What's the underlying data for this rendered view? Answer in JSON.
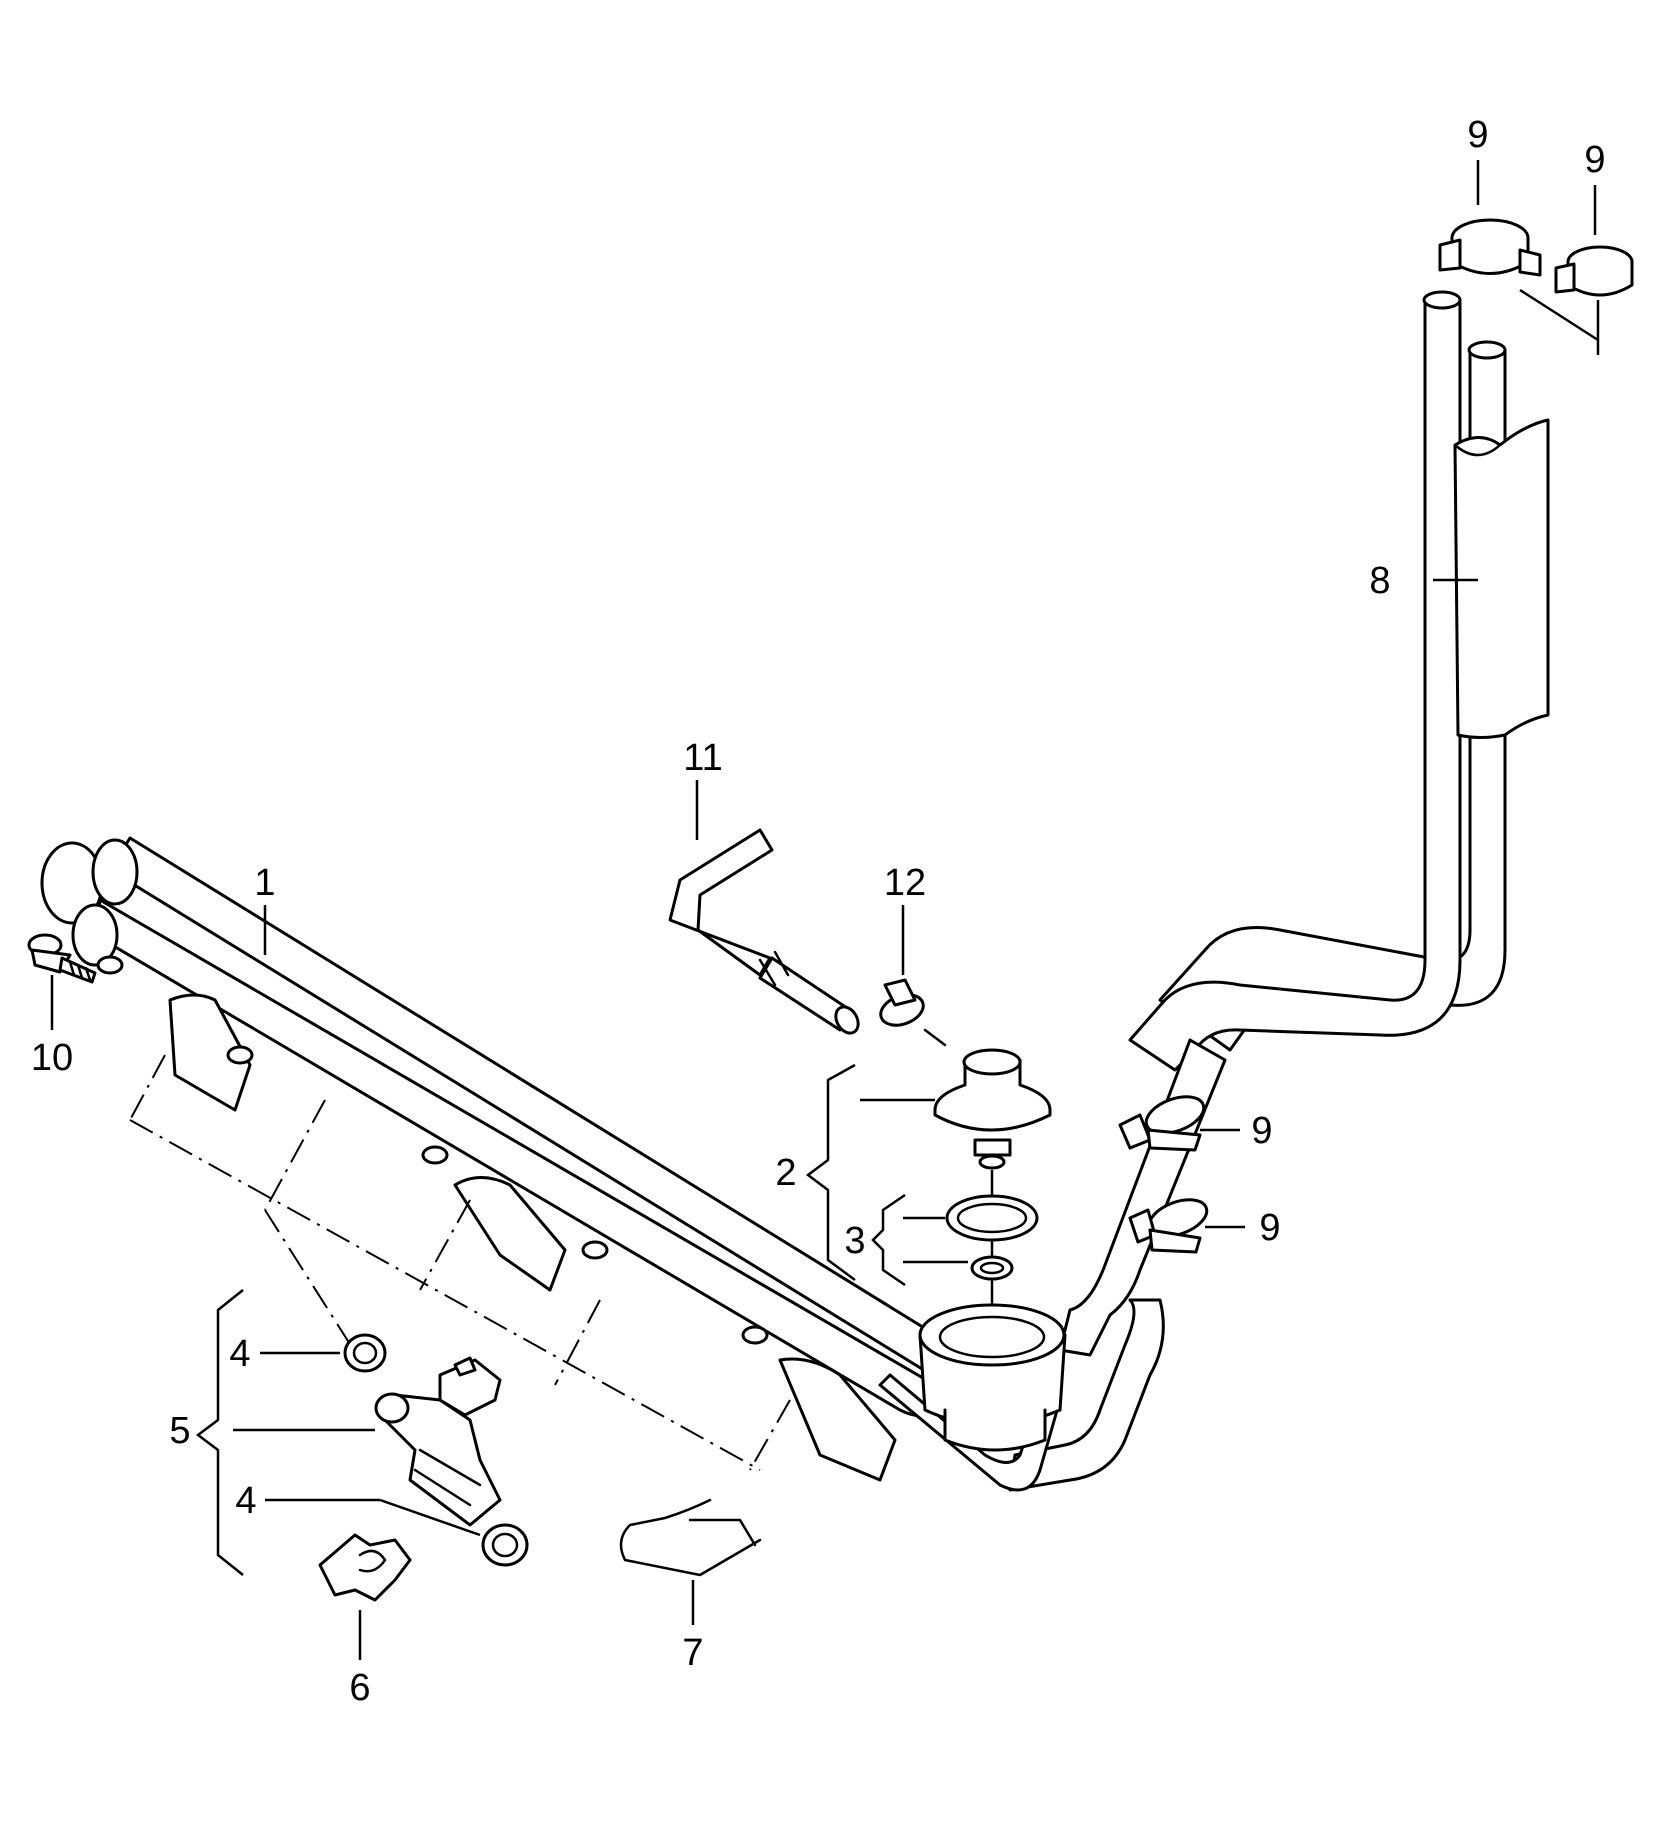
{
  "callouts": {
    "c1": "1",
    "c2": "2",
    "c3": "3",
    "c4a": "4",
    "c4b": "4",
    "c5": "5",
    "c6": "6",
    "c7": "7",
    "c8": "8",
    "c9a": "9",
    "c9b": "9",
    "c9c": "9",
    "c9d": "9",
    "c10": "10",
    "c11": "11",
    "c12": "12"
  }
}
